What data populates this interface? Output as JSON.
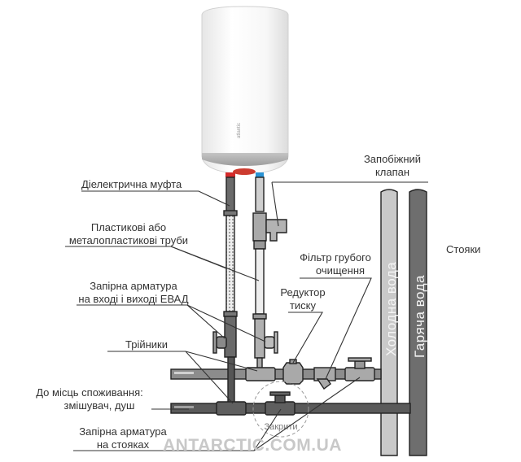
{
  "title": "Схема підключення водонагрівача",
  "heater": {
    "brand": "atlantic"
  },
  "labels": {
    "dielectric": "Діелектрична муфта",
    "pipes_1": "Пластикові або",
    "pipes_2": "металопластикові труби",
    "shutoff_1": "Запірна арматура",
    "shutoff_2": "на вході і виході ЕВАД",
    "tees": "Трійники",
    "consumers_1": "До місць споживання:",
    "consumers_2": "змішувач, душ",
    "riser_shutoff_1": "Запірна арматура",
    "riser_shutoff_2": "на стояках",
    "safety_1": "Запобіжний",
    "safety_2": "клапан",
    "filter_1": "Фільтр грубого",
    "filter_2": "очищення",
    "reducer_1": "Редуктор",
    "reducer_2": "тиску",
    "risers": "Стояки",
    "cold_water": "Холодна вода",
    "hot_water": "Гаряча вода",
    "closed": "Закрити"
  },
  "watermark": "ANTARCTIC.COM.UA",
  "colors": {
    "cold_riser": "#c9c9c9",
    "hot_riser": "#6e6e6e",
    "hot_marker": "#d42a2a",
    "cold_marker": "#2a93d4",
    "pipe_dark": "#5a5a5a",
    "fitting": "#a9a9a9"
  }
}
